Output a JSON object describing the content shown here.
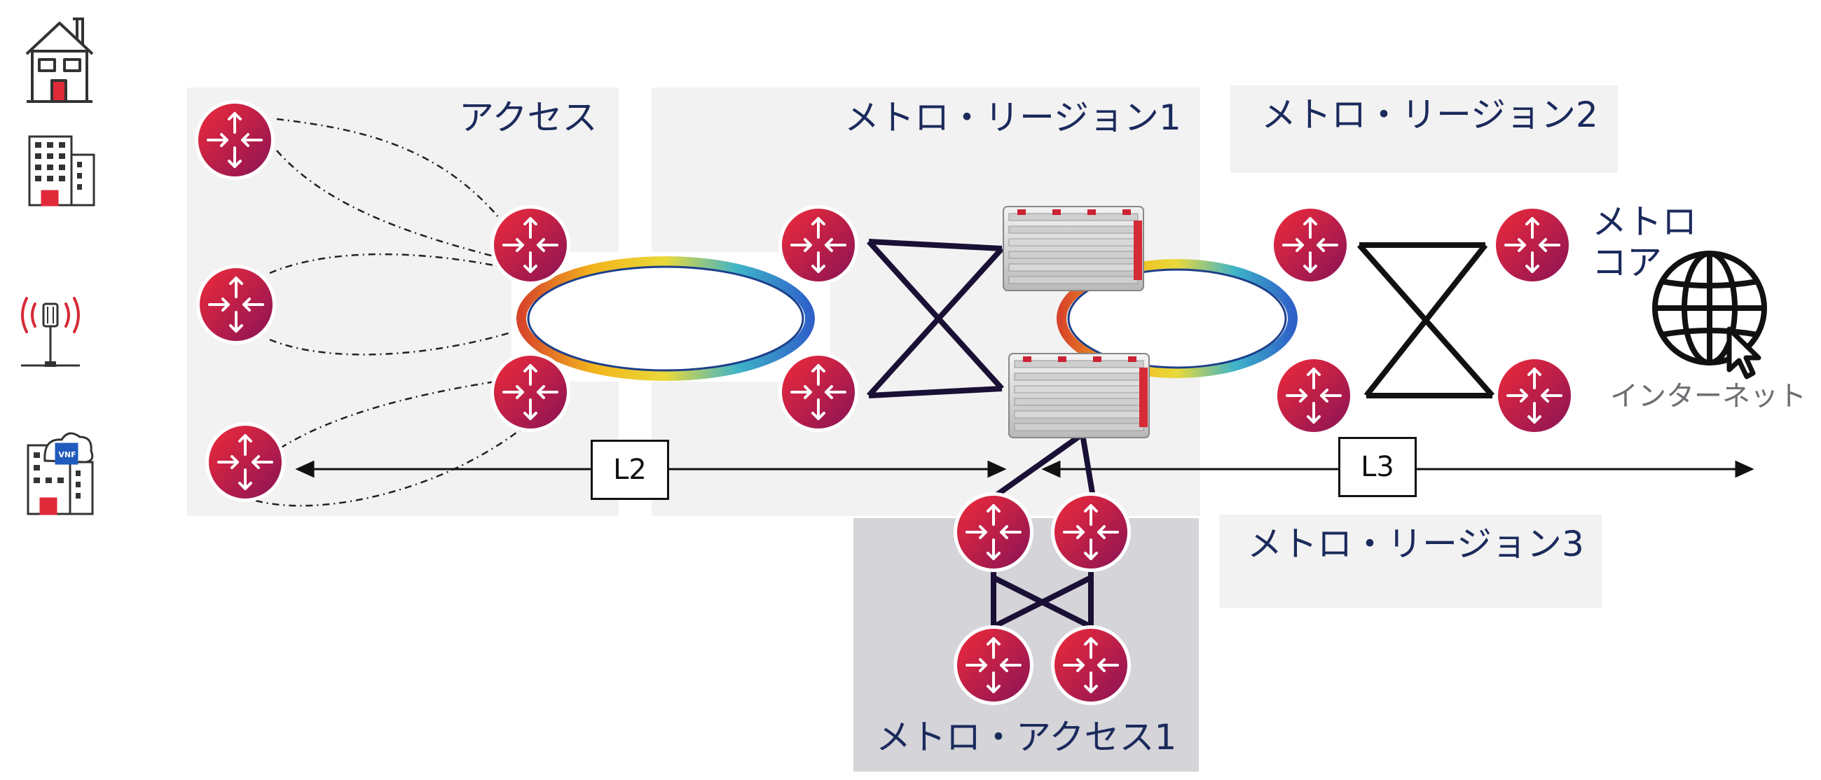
{
  "regions": {
    "access": "アクセス",
    "metro_region_1": "メトロ・リージョン1",
    "metro_region_2": "メトロ・リージョン2",
    "metro_region_3": "メトロ・リージョン3",
    "metro_access_1": "メトロ・アクセス1",
    "metro_core_line1": "メトロ",
    "metro_core_line2": "コア"
  },
  "internet_label": "インターネット",
  "layers": {
    "l2": "L2",
    "l3": "L3"
  },
  "side_icons": [
    "house-icon",
    "office-building-icon",
    "cell-tower-icon",
    "vnf-building-icon"
  ],
  "vnf_badge": "VNF",
  "colors": {
    "region_bg": "#f2f2f2",
    "metro_access_bg": "#d4d4d9",
    "label_text": "#1b2a5c",
    "router_dark": "#9b1450",
    "router_light": "#e01f3d",
    "link_dark": "#1a1035"
  }
}
